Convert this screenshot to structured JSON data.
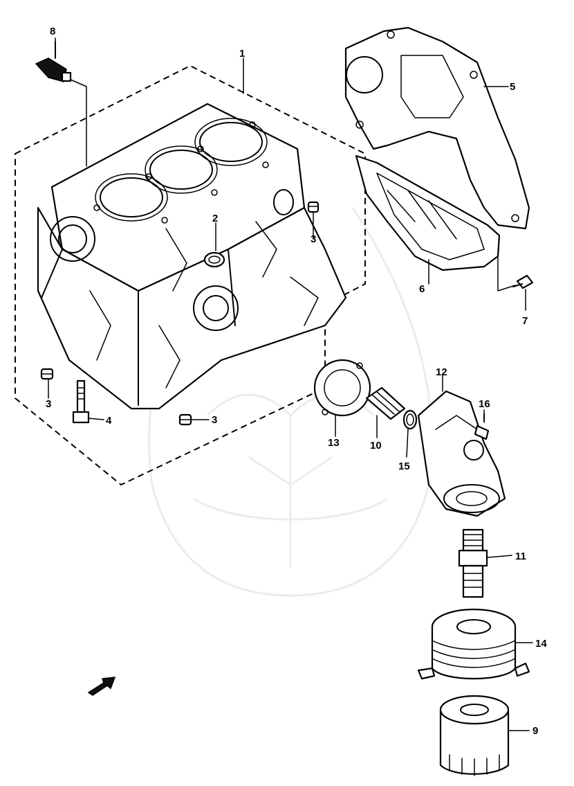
{
  "diagram": {
    "callouts": [
      {
        "id": "c1",
        "label": "1"
      },
      {
        "id": "c2",
        "label": "2"
      },
      {
        "id": "c3a",
        "label": "3"
      },
      {
        "id": "c3b",
        "label": "3"
      },
      {
        "id": "c3c",
        "label": "3"
      },
      {
        "id": "c4",
        "label": "4"
      },
      {
        "id": "c5",
        "label": "5"
      },
      {
        "id": "c6",
        "label": "6"
      },
      {
        "id": "c7",
        "label": "7"
      },
      {
        "id": "c8",
        "label": "8"
      },
      {
        "id": "c9",
        "label": "9"
      },
      {
        "id": "c10",
        "label": "10"
      },
      {
        "id": "c11",
        "label": "11"
      },
      {
        "id": "c12",
        "label": "12"
      },
      {
        "id": "c13",
        "label": "13"
      },
      {
        "id": "c14",
        "label": "14"
      },
      {
        "id": "c15",
        "label": "15"
      },
      {
        "id": "c16",
        "label": "16"
      }
    ]
  }
}
